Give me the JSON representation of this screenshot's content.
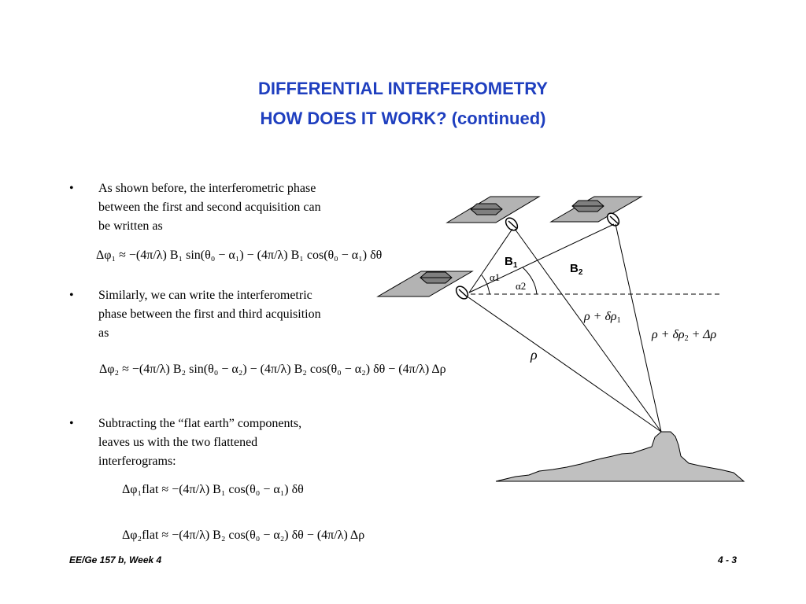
{
  "title": {
    "line1": "DIFFERENTIAL INTERFEROMETRY",
    "line2": "HOW DOES IT WORK? (continued)"
  },
  "bullets": [
    {
      "symbol": "•",
      "lines": [
        "As shown before, the interferometric phase",
        "between the first and second acquisition can",
        "be written as"
      ]
    },
    {
      "symbol": "•",
      "lines": [
        "Similarly, we can write the interferometric",
        "phase between the first and third acquisition",
        "as"
      ]
    },
    {
      "symbol": "•",
      "lines": [
        "Subtracting the “flat earth” components,",
        "leaves us with the two flattened",
        "interferograms:"
      ]
    }
  ],
  "equations": {
    "eq1": "Δφ₁ ≈ −(4π/λ) B₁ sin(θ₀ − α₁) − (4π/λ) B₁ cos(θ₀ − α₁) δθ",
    "eq2": "Δφ₂ ≈ −(4π/λ) B₂ sin(θ₀ − α₂) − (4π/λ) B₂ cos(θ₀ − α₂) δθ − (4π/λ) Δρ",
    "eq3": "Δφ₁flat ≈ −(4π/λ) B₁ cos(θ₀ − α₁) δθ",
    "eq4": "Δφ₂flat ≈ −(4π/λ) B₂ cos(θ₀ − α₂) δθ − (4π/λ) Δρ"
  },
  "diagram": {
    "baseline1": {
      "letter": "B",
      "sub": "1"
    },
    "baseline2": {
      "letter": "B",
      "sub": "2"
    },
    "alpha1": "α1",
    "alpha2": "α2",
    "range_rho": "ρ",
    "range_rho1": {
      "main": "ρ + δρ",
      "sub": "1"
    },
    "range_rho2": {
      "main": "ρ + δρ",
      "sub": "2",
      "tail": " + Δρ"
    },
    "colors": {
      "panel": "#b3b3b3",
      "satellite": "#7f7f7f",
      "terrain": "#c0c0c0",
      "outline": "#000000"
    }
  },
  "footer": {
    "left": "EE/Ge 157 b, Week 4",
    "right": "4 - 3"
  }
}
